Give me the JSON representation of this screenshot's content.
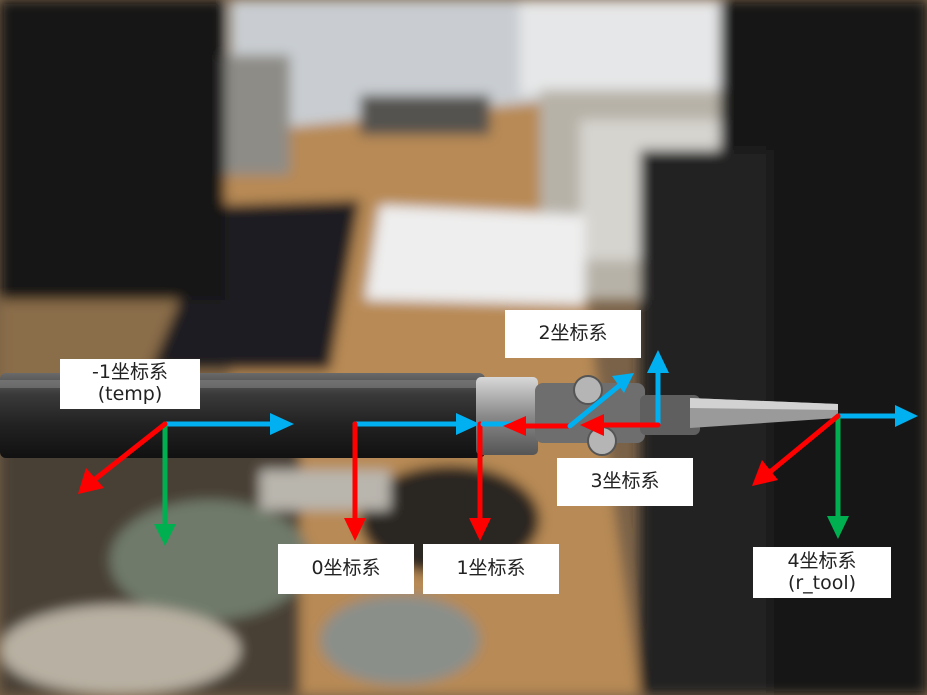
{
  "labels": {
    "frame_m1": {
      "line1": "-1坐标系",
      "line2": "(temp)"
    },
    "frame_0": {
      "line1": "0坐标系"
    },
    "frame_1": {
      "line1": "1坐标系"
    },
    "frame_2": {
      "line1": "2坐标系"
    },
    "frame_3": {
      "line1": "3坐标系"
    },
    "frame_4": {
      "line1": "4坐标系",
      "line2": "(r_tool)"
    }
  },
  "colors": {
    "x_axis": "#ff0000",
    "y_axis": "#00b050",
    "z_axis": "#00b0f0",
    "label_bg": "#ffffff"
  }
}
